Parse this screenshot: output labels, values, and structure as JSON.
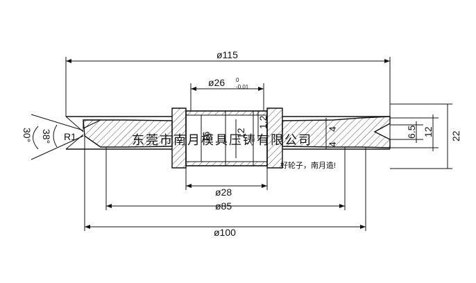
{
  "dimensions": {
    "d115": "ø115",
    "d26": "ø26",
    "d26_tol_upper": "0",
    "d26_tol_lower": "-0.01",
    "d28": "ø28",
    "d85": "ø85",
    "d100": "ø100",
    "w16": "16",
    "w12_inner": "12",
    "chamfer_1_2": "1.2",
    "w4_top": "4",
    "w4_bottom": "4",
    "w6_5": "6.5",
    "w12": "12",
    "w22": "22",
    "angle30": "30°",
    "angle38": "38°",
    "radius": "R1"
  },
  "watermark": {
    "company": "东莞市南月模具压铸有限公司",
    "slogan": "好轮子，南月造!"
  },
  "colors": {
    "line": "#111111",
    "watermark": "#e06060"
  }
}
